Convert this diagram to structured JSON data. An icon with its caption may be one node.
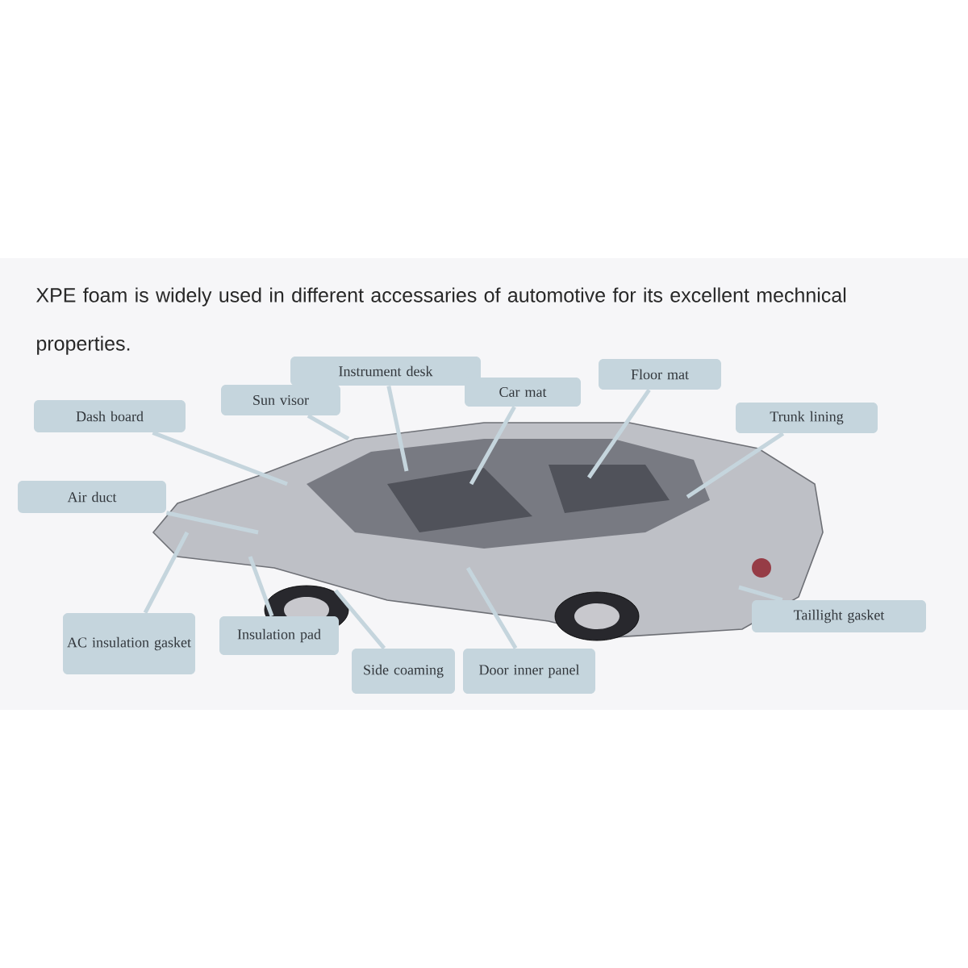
{
  "diagram": {
    "title": "XPE foam is widely used in different accessaries of automotive for its excellent mechnical properties.",
    "nodes": [
      {
        "text": [
          "Instrument desk"
        ]
      },
      {
        "text": [
          "Floor mat"
        ]
      },
      {
        "text": [
          "Car mat"
        ]
      },
      {
        "text": [
          "Sun visor"
        ]
      },
      {
        "text": [
          "Dash board"
        ]
      },
      {
        "text": [
          "Trunk lining"
        ]
      },
      {
        "text": [
          "Air duct"
        ]
      },
      {
        "text": [
          "Taillight gasket"
        ]
      },
      {
        "text": [
          "AC insulation gasket"
        ]
      },
      {
        "text": [
          "Insulation pad"
        ]
      },
      {
        "text": [
          "Side coaming"
        ]
      },
      {
        "text": [
          "Door inner panel"
        ]
      }
    ],
    "edges": [
      {
        "from": 0,
        "to": null,
        "arrow": "none"
      },
      {
        "from": 1,
        "to": null,
        "arrow": "none"
      },
      {
        "from": 2,
        "to": null,
        "arrow": "none"
      },
      {
        "from": 3,
        "to": null,
        "arrow": "none"
      },
      {
        "from": 4,
        "to": null,
        "arrow": "none"
      },
      {
        "from": 5,
        "to": null,
        "arrow": "none"
      },
      {
        "from": 6,
        "to": null,
        "arrow": "none"
      },
      {
        "from": 7,
        "to": null,
        "arrow": "none"
      },
      {
        "from": 8,
        "to": null,
        "arrow": "none"
      },
      {
        "from": 9,
        "to": null,
        "arrow": "none"
      },
      {
        "from": 10,
        "to": null,
        "arrow": "none"
      },
      {
        "from": 11,
        "to": null,
        "arrow": "none"
      }
    ]
  }
}
